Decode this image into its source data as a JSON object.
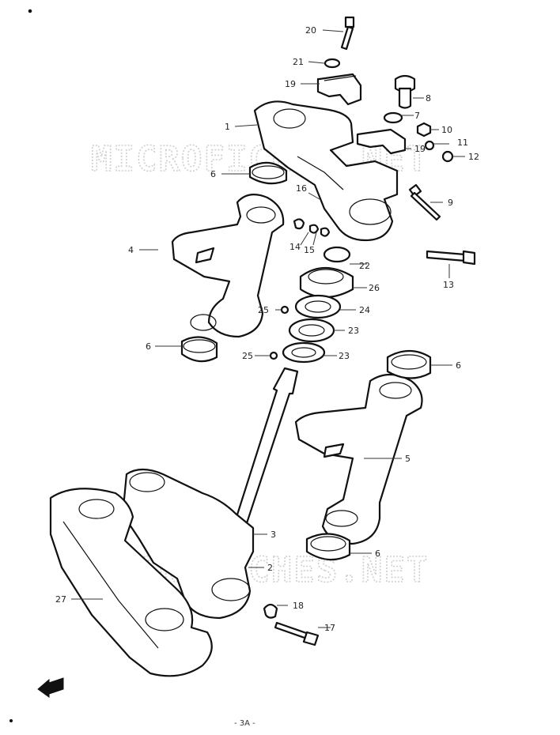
{
  "diagram": {
    "watermark_top": "MICROFICHES.NET",
    "watermark_bottom": "MICROFICHES.NET",
    "page_marker": "- 3A -",
    "callouts": {
      "c1": "1",
      "c2": "2",
      "c3": "3",
      "c4": "4",
      "c5": "5",
      "c6a": "6",
      "c6b": "6",
      "c6c": "6",
      "c6d": "6",
      "c7": "7",
      "c8": "8",
      "c9": "9",
      "c10": "10",
      "c11": "11",
      "c12": "12",
      "c13": "13",
      "c14": "14",
      "c15": "15",
      "c16": "16",
      "c17": "17",
      "c18": "18",
      "c19a": "19",
      "c19b": "19",
      "c20": "20",
      "c21": "21",
      "c22": "22",
      "c23a": "23",
      "c23b": "23",
      "c24": "24",
      "c25a": "25",
      "c25b": "25",
      "c26": "26",
      "c27": "27"
    }
  }
}
